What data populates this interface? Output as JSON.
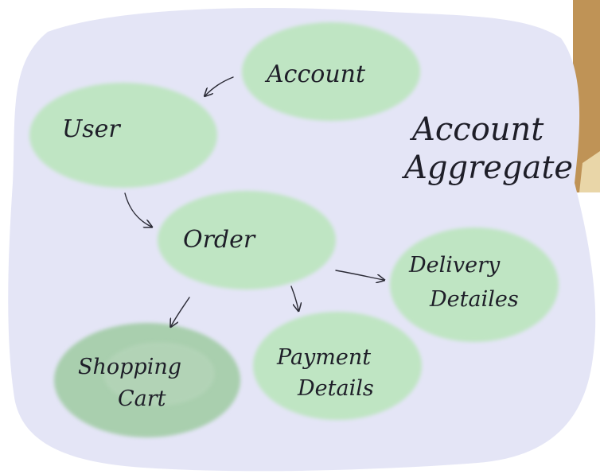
{
  "title": {
    "line1": "Account",
    "line2": "Aggregate"
  },
  "nodes": {
    "account": {
      "label": "Account"
    },
    "user": {
      "label": "User"
    },
    "order": {
      "label": "Order"
    },
    "delivery": {
      "line1": "Delivery",
      "line2": "Detailes"
    },
    "payment": {
      "line1": "Payment",
      "line2": "Details"
    },
    "shopping": {
      "line1": "Shopping",
      "line2": "Cart"
    }
  },
  "colors": {
    "background_blob": "#e4e5f6",
    "node_fill": "#bfe5c3",
    "node_fill_dark": "#a9cfae",
    "ink": "#1e1e28",
    "cork": "#c59a5e"
  }
}
